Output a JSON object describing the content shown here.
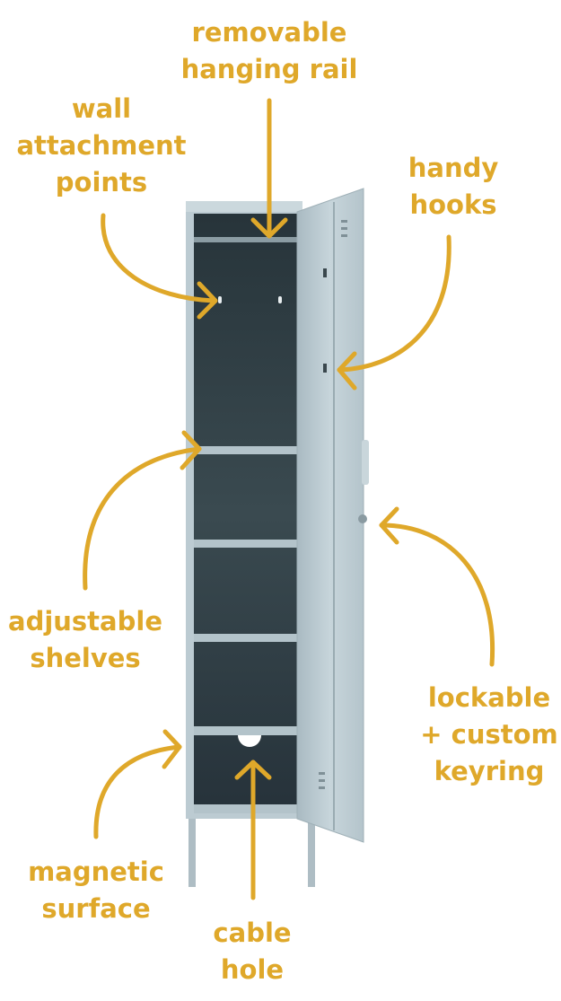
{
  "colors": {
    "accent": "#DFA82A",
    "locker": "#B9C8CF",
    "interior": "#2E3B40"
  },
  "labels": {
    "hanging_rail": [
      "removable",
      "hanging rail"
    ],
    "wall_points": [
      "wall",
      "attachment",
      "points"
    ],
    "hooks": [
      "handy",
      "hooks"
    ],
    "shelves": [
      "adjustable",
      "shelves"
    ],
    "lock": [
      "lockable",
      "+ custom",
      "keyring"
    ],
    "magnetic": [
      "magnetic",
      "surface"
    ],
    "cable": [
      "cable",
      "hole"
    ]
  }
}
